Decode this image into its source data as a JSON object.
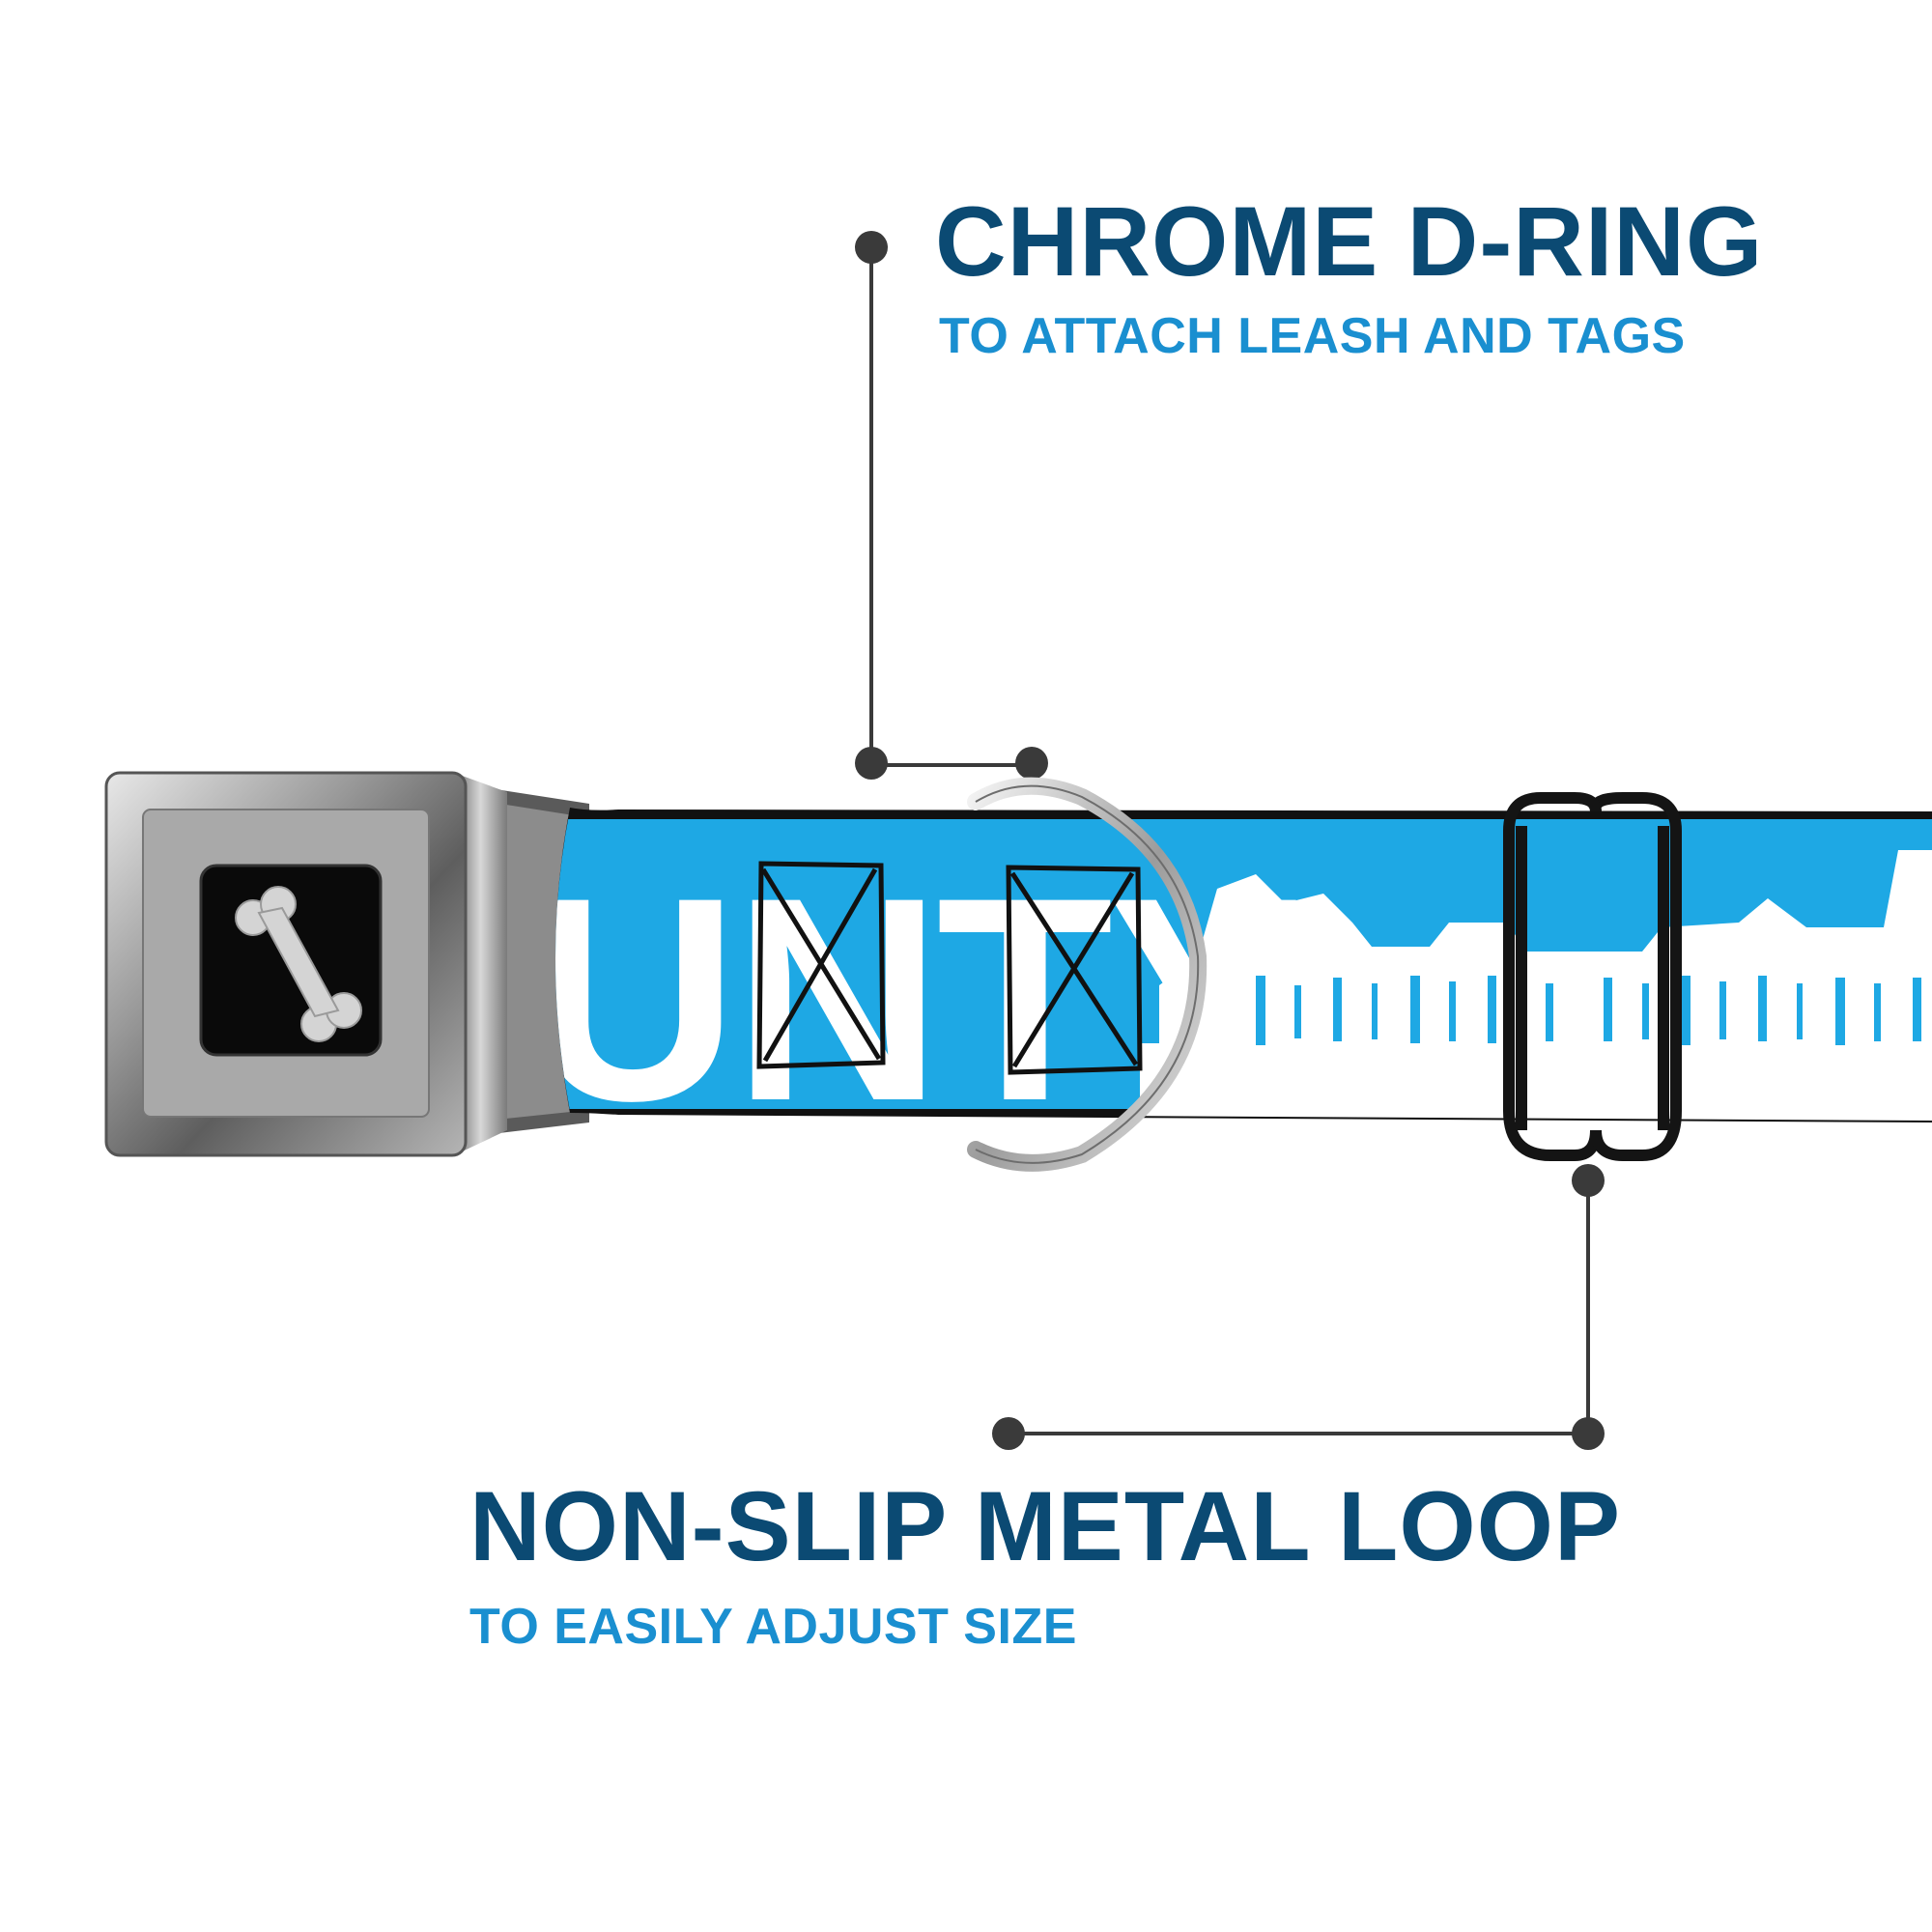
{
  "colors": {
    "title": "#0b4a73",
    "subtitle": "#1a8fd0",
    "strap_blue": "#1ea8e4",
    "callout_line": "#3a3a3a"
  },
  "callouts": {
    "dring": {
      "title": "CHROME D-RING",
      "subtitle": "TO ATTACH LEASH AND TAGS"
    },
    "loop": {
      "title": "NON-SLIP METAL LOOP",
      "subtitle": "TO EASILY ADJUST SIZE"
    }
  },
  "product": {
    "strap_text": "UNTY",
    "buckle_icon": "bone-icon"
  }
}
